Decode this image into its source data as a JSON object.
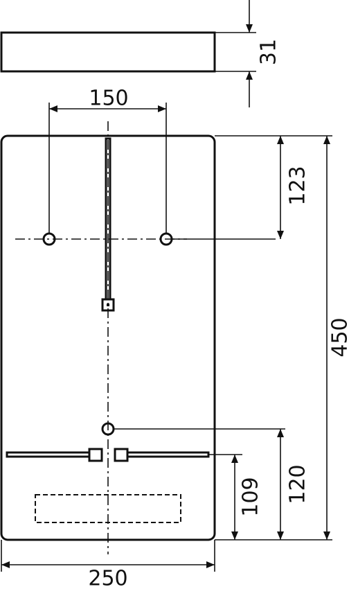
{
  "drawing": {
    "dimensions": {
      "depth": "31",
      "hole_spacing": "150",
      "top_to_holes": "123",
      "total_height": "450",
      "bottom_hole_height": "120",
      "slot_height": "109",
      "total_width": "250"
    },
    "line_color": "#111111",
    "background": "#ffffff"
  }
}
